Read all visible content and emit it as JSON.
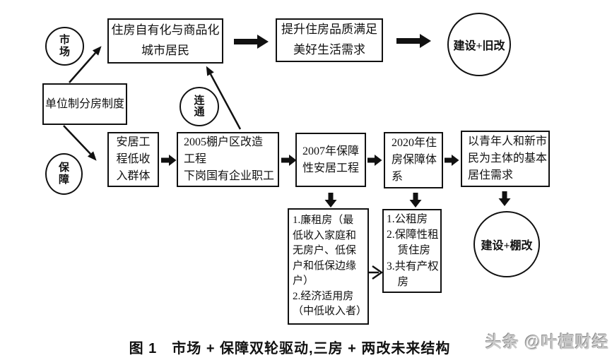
{
  "figure": {
    "caption": "图 1　市场 + 保障双轮驱动,三房 + 两改未来结构",
    "watermark": "头条 @叶檀财经"
  },
  "nodes": {
    "market_circle": "市\n场",
    "support_circle": "保\n障",
    "connect_circle": "连\n通",
    "unit_box": "单位制分房制度",
    "commodification_box": "住房自有化与商品化\n城市居民",
    "quality_box": "提升住房品质满足\n美好生活需求",
    "construction_oldrenewal_circle": "建设+旧改",
    "anju_box": "安居工\n程低收\n入群体",
    "shanty2005_box": "2005棚户区改造\n工程\n下岗国有企业职工",
    "y2007_box": "2007年保障\n性安居工程",
    "y2020_box": "2020年住\n房保障体\n系",
    "youth_box": "以青年人和新市\n民为主体的基本\n居住需求",
    "lowrent_box": "1.廉租房（最\n低收入家庭和\n无房户、低保\n户和低保边缘\n户）\n2.经济适用房\n（中低收入者）",
    "publicrental_box": "1.公租房\n2.保障性租\n　赁住房\n3.共有产权\n　房",
    "construction_shantyrenewal_circle": "建设+棚改"
  },
  "colors": {
    "line": "#111111",
    "background": "#ffffff",
    "watermark_gray": "#8a8a8a"
  }
}
